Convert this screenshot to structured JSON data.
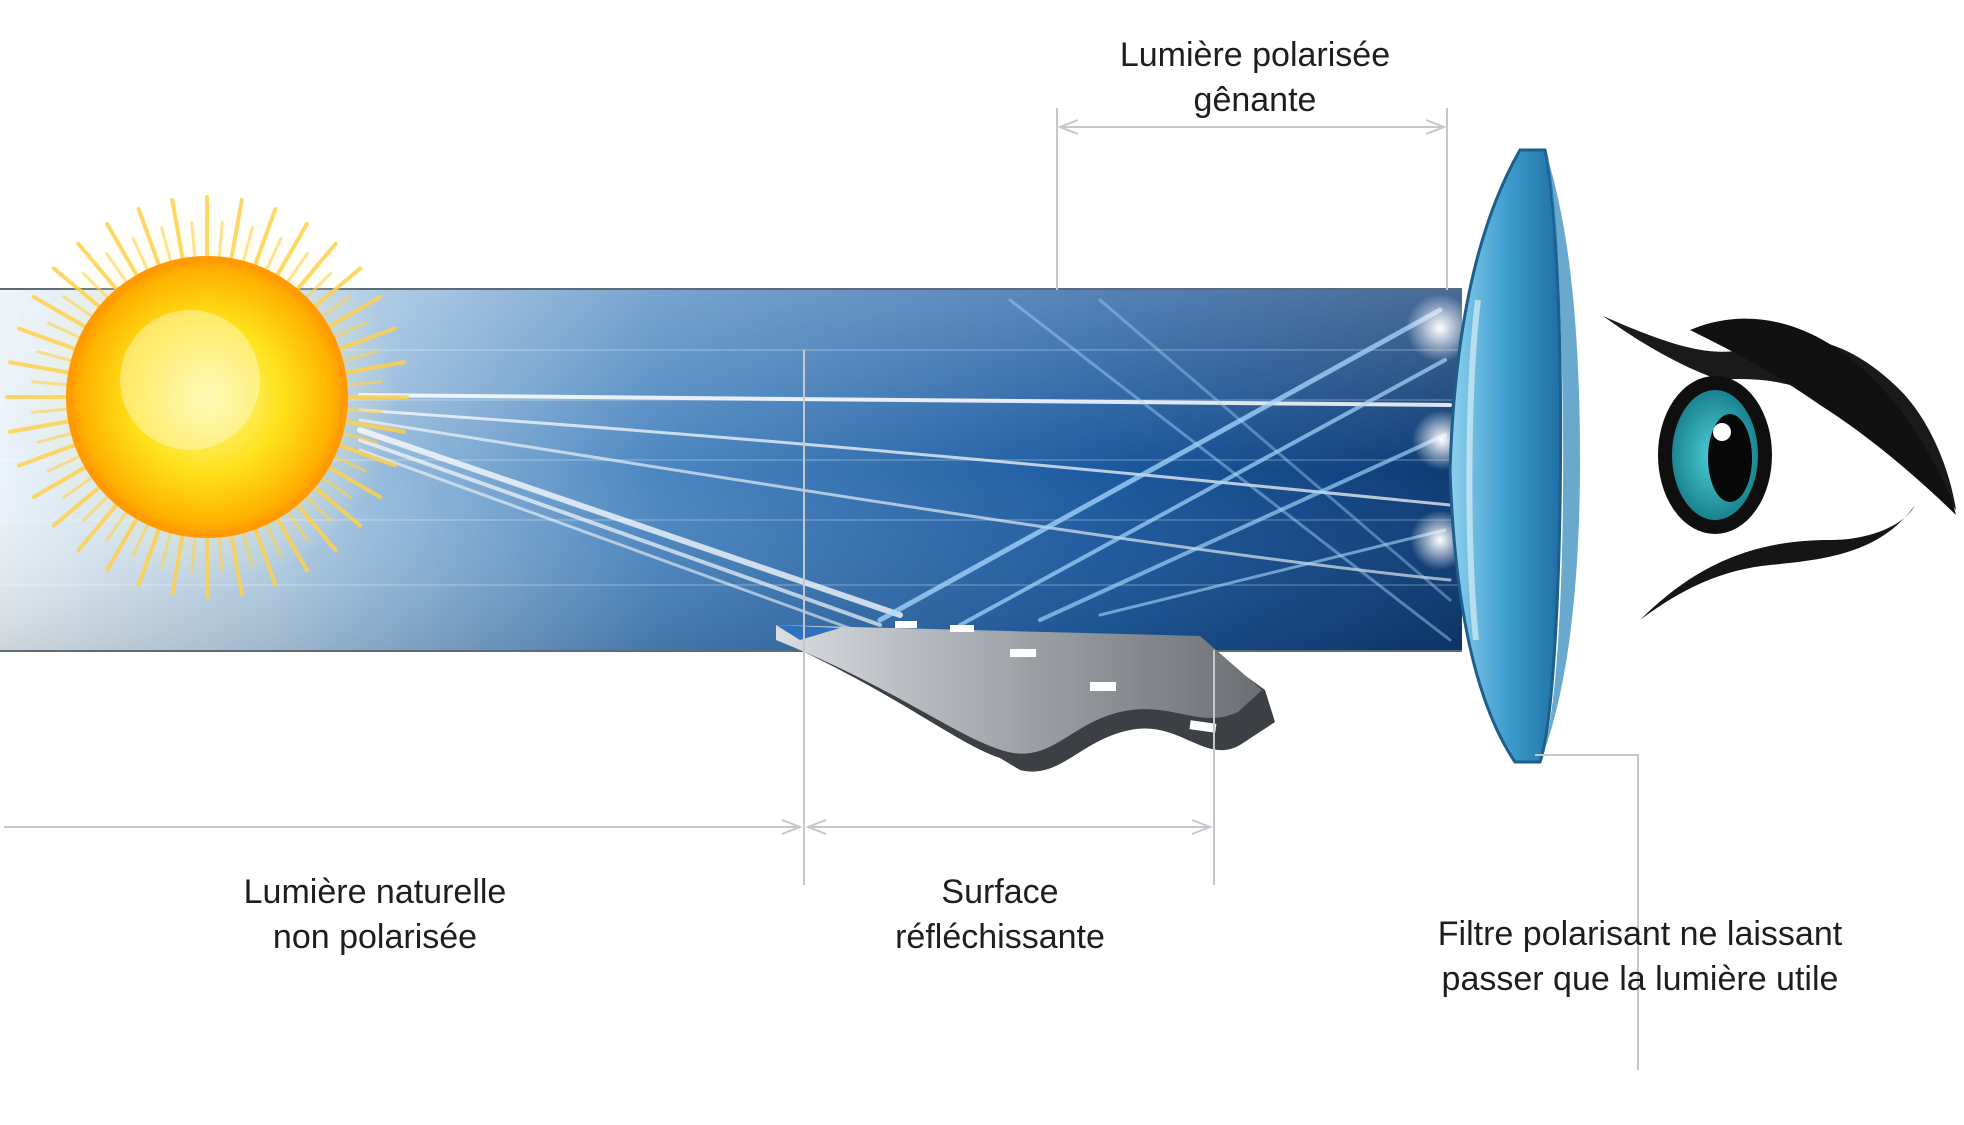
{
  "labels": {
    "polarized_glare": {
      "line1": "Lumière polarisée",
      "line2": "gênante"
    },
    "natural_light": {
      "line1": "Lumière naturelle",
      "line2": "non polarisée"
    },
    "reflecting_surface": {
      "line1": "Surface",
      "line2": "réfléchissante"
    },
    "polarizing_filter": {
      "line1": "Filtre polarisant ne laissant",
      "line2": "passer que la lumière utile"
    }
  },
  "colors": {
    "beam_light": "#e8f1f8",
    "beam_dark": "#0d3a73",
    "sun_core": "#ffd400",
    "sun_rim": "#ffa000",
    "lens": "#3f9fcf",
    "iris": "#1f8f9a",
    "road": "#9ea3a8",
    "dimension_line": "#c4c7cc"
  },
  "icons": [
    "sun-icon",
    "road-icon",
    "lens-icon",
    "eye-icon"
  ]
}
